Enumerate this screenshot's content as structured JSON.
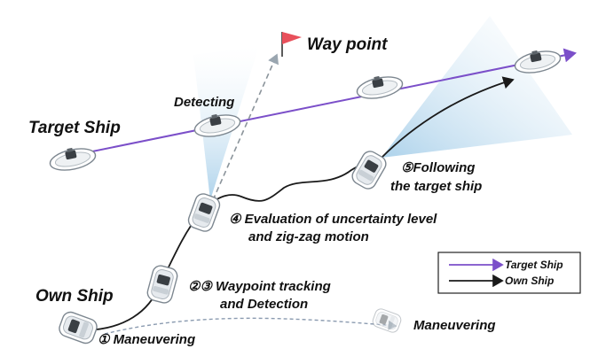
{
  "labels": {
    "waypoint": "Way point",
    "target_ship": "Target Ship",
    "detecting": "Detecting",
    "own_ship": "Own Ship",
    "step1": "① Maneuvering",
    "step23_line1": "②③ Waypoint tracking",
    "step23_line2": "and Detection",
    "step4_line1": "④ Evaluation of uncertainty level",
    "step4_line2": "and zig-zag motion",
    "step5_line1": "⑤Following",
    "step5_line2": "the target ship",
    "maneuvering_ghost": "Maneuvering"
  },
  "legend": {
    "target_label": "Target Ship",
    "own_label": "Own Ship"
  },
  "colors": {
    "target_path": "#7b4fc9",
    "own_path": "#1a1a1a",
    "sensor_cone": "#bcd9ec",
    "flag": "#e8505b"
  }
}
